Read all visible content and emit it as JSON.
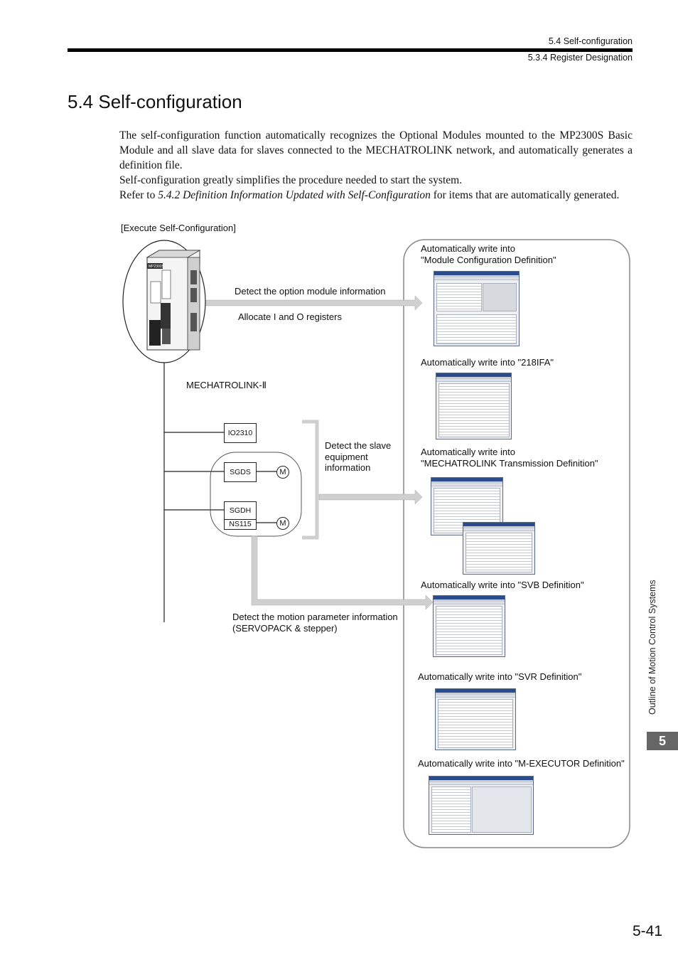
{
  "header": {
    "section": "5.4  Self-configuration",
    "subsection": "5.3.4  Register Designation"
  },
  "title": "5.4  Self-configuration",
  "body": {
    "p1": "The self-configuration function automatically recognizes the Optional Modules mounted to the MP2300S Basic Module and all slave data for slaves connected to the MECHATROLINK network, and automatically generates a definition file.",
    "p2": "Self-configuration greatly simplifies the procedure needed to start the system.",
    "p3_prefix": "Refer to ",
    "p3_link": "5.4.2 Definition Information Updated with Self-Configuration",
    "p3_suffix": " for items that are automatically generated."
  },
  "diagram": {
    "execute_label": "[Execute Self-Configuration]",
    "controller_model": "MP2300S",
    "detect_option": "Detect the option module information",
    "allocate_io": "Allocate I and O registers",
    "network_label": "MECHATROLINK-Ⅱ",
    "slave_io": "IO2310",
    "slave_sgds": "SGDS",
    "slave_sgdh": "SGDH",
    "slave_ns115": "NS115",
    "motor_label": "M",
    "detect_slave_line1": "Detect the slave",
    "detect_slave_line2": "equipment",
    "detect_slave_line3": "information",
    "detect_motion_line1": "Detect the motion parameter information",
    "detect_motion_line2": "(SERVOPACK & stepper)",
    "write_module_line1": "Automatically write into",
    "write_module_line2": "\"Module Configuration Definition\"",
    "write_218ifa": "Automatically write into \"218IFA\"",
    "write_mlink_line1": "Automatically write into",
    "write_mlink_line2": "\"MECHATROLINK Transmission Definition\"",
    "write_svb": "Automatically write into \"SVB Definition\"",
    "write_svr": "Automatically write into \"SVR Definition\"",
    "write_mexec": "Automatically write into \"M-EXECUTOR Definition\""
  },
  "side": {
    "chapter_title": "Outline of Motion Control Systems",
    "chapter_number": "5"
  },
  "page_number": "5-41"
}
